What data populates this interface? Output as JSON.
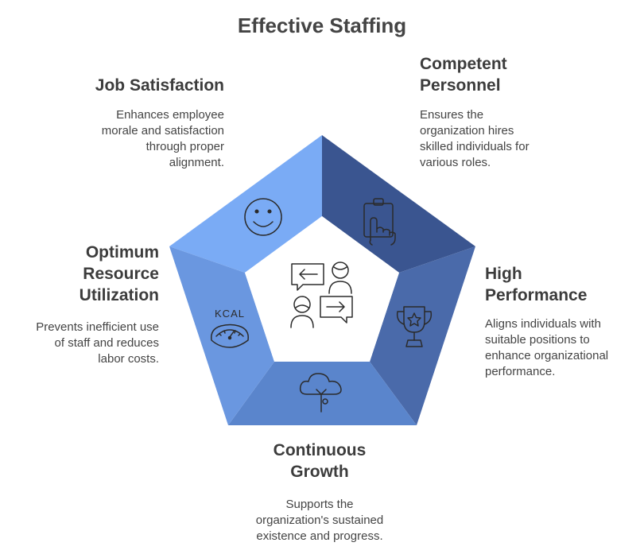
{
  "title": "Effective Staffing",
  "colors": {
    "top_left": "#7aabf5",
    "top_right": "#3a5590",
    "right": "#4a6aaa",
    "bottom": "#5a85cc",
    "left": "#6a97e0",
    "center": "#ffffff",
    "icon": "#2b2b2b"
  },
  "segments": [
    {
      "id": "job-satisfaction",
      "heading": [
        "Job Satisfaction"
      ],
      "desc": [
        "Enhances employee",
        "morale and satisfaction",
        "through proper",
        "alignment."
      ],
      "icon": "smiley-face-icon"
    },
    {
      "id": "competent-personnel",
      "heading": [
        "Competent",
        "Personnel"
      ],
      "desc": [
        "Ensures the",
        "organization hires",
        "skilled individuals for",
        "various roles."
      ],
      "icon": "clipboard-hand-icon"
    },
    {
      "id": "high-performance",
      "heading": [
        "High",
        "Performance"
      ],
      "desc": [
        "Aligns individuals with",
        "suitable positions to",
        "enhance organizational",
        "performance."
      ],
      "icon": "trophy-icon"
    },
    {
      "id": "continuous-growth",
      "heading": [
        "Continuous",
        "Growth"
      ],
      "desc": [
        "Supports the",
        "organization's sustained",
        "existence and progress."
      ],
      "icon": "tree-icon"
    },
    {
      "id": "optimum-resource-utilization",
      "heading": [
        "Optimum",
        "Resource",
        "Utilization"
      ],
      "desc": [
        "Prevents inefficient use",
        "of staff and reduces",
        "labor costs."
      ],
      "icon": "kcal-gauge-icon"
    }
  ],
  "center_icon": "people-exchange-icon",
  "kcal_text": "KCAL"
}
